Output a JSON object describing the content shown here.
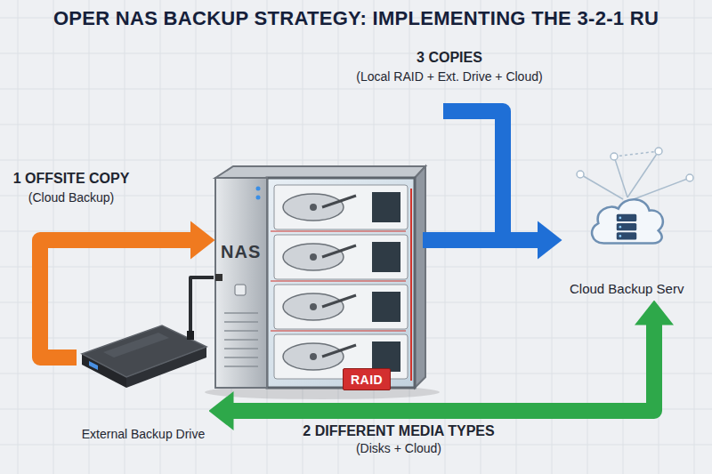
{
  "diagram": {
    "title": "OPER NAS BACKUP STRATEGY: IMPLEMENTING THE 3-2-1 RU",
    "nodes": [
      {
        "text": [
          "NAS"
        ]
      },
      {
        "text": [
          "RAID"
        ],
        "in": 0
      },
      {
        "text": [
          "Cloud Backup Serv"
        ]
      },
      {
        "text": [
          "External Backup Drive"
        ]
      }
    ],
    "edges": [
      {
        "from": 0,
        "to": 2,
        "arrow": "to"
      },
      {
        "from": 3,
        "to": 0,
        "arrow": "to"
      },
      {
        "from": 3,
        "to": 2,
        "arrow": "both"
      },
      {
        "from": 3,
        "to": 0,
        "arrow": "none"
      }
    ],
    "labels": [
      "3 COPIES",
      "(Local RAID + Ext. Drive + Cloud)",
      "1 OFFSITE COPY",
      "(Cloud Backup)",
      "2 DIFFERENT MEDIA TYPES",
      "(Disks + Cloud)"
    ]
  }
}
